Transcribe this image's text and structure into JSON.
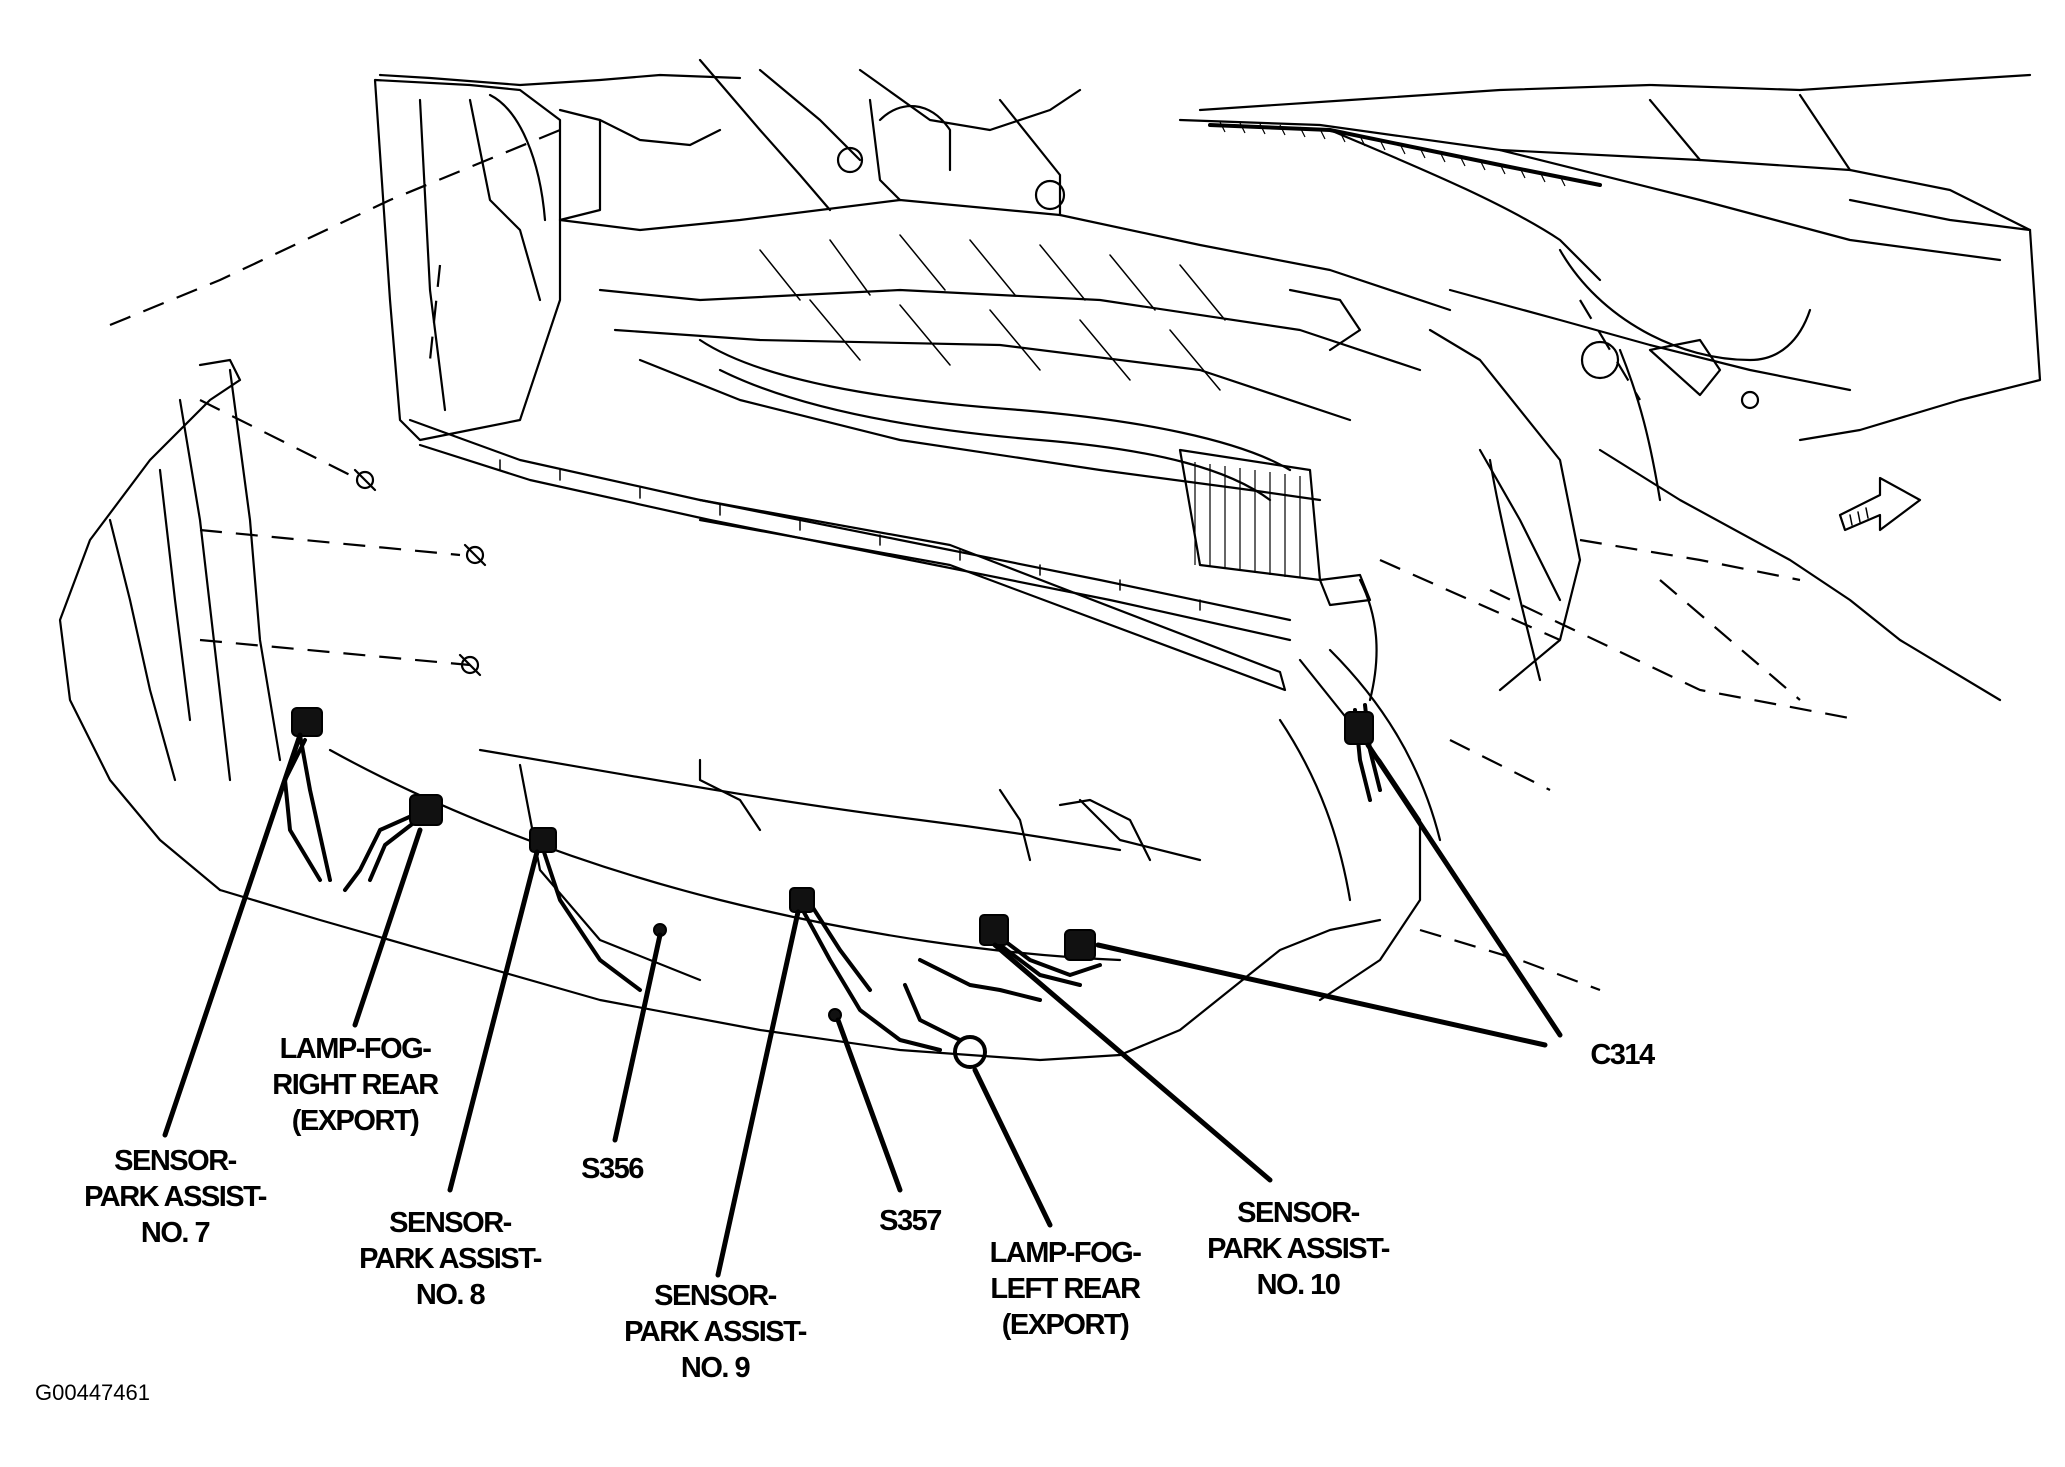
{
  "diagram": {
    "figure_id": "G00447461",
    "labels": {
      "sensor_7": [
        "SENSOR-",
        "PARK ASSIST-",
        "NO. 7"
      ],
      "lamp_fog_right": [
        "LAMP-FOG-",
        "RIGHT REAR",
        "(EXPORT)"
      ],
      "sensor_8": [
        "SENSOR-",
        "PARK ASSIST-",
        "NO. 8"
      ],
      "s356": "S356",
      "sensor_9": [
        "SENSOR-",
        "PARK ASSIST-",
        "NO. 9"
      ],
      "s357": "S357",
      "lamp_fog_left": [
        "LAMP-FOG-",
        "LEFT REAR",
        "(EXPORT)"
      ],
      "sensor_10": [
        "SENSOR-",
        "PARK ASSIST-",
        "NO. 10"
      ],
      "c314": "C314"
    },
    "components": [
      {
        "key": "sensor_7",
        "icon": "park-assist-sensor-connector-icon"
      },
      {
        "key": "lamp_fog_right",
        "icon": "fog-lamp-connector-icon"
      },
      {
        "key": "sensor_8",
        "icon": "park-assist-sensor-connector-icon"
      },
      {
        "key": "s356",
        "icon": "splice-icon"
      },
      {
        "key": "sensor_9",
        "icon": "park-assist-sensor-connector-icon"
      },
      {
        "key": "s357",
        "icon": "splice-icon"
      },
      {
        "key": "lamp_fog_left",
        "icon": "fog-lamp-connector-icon"
      },
      {
        "key": "sensor_10",
        "icon": "park-assist-sensor-connector-icon"
      },
      {
        "key": "c314",
        "icon": "harness-connector-icon"
      }
    ],
    "colors": {
      "ink": "#000000",
      "paper": "#ffffff"
    }
  }
}
